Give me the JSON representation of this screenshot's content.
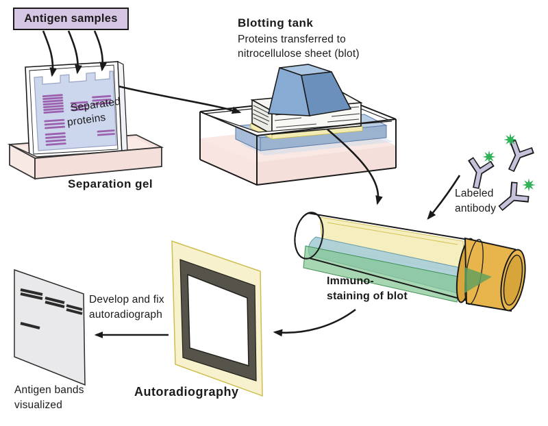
{
  "antigen_box": {
    "label": "Antigen samples"
  },
  "separation_gel": {
    "caption": "Separation gel",
    "gel_text_line1": "Separated",
    "gel_text_line2": "proteins"
  },
  "blotting_tank": {
    "title": "Blotting tank",
    "desc_line1": "Proteins transferred to",
    "desc_line2": "nitrocellulose sheet (blot)"
  },
  "antibody": {
    "line1": "Labeled",
    "line2": "antibody"
  },
  "immunostaining": {
    "line1": "Immuno-",
    "line2": "staining of blot"
  },
  "develop": {
    "line1": "Develop and fix",
    "line2": "autoradiograph"
  },
  "autoradiography": {
    "caption": "Autoradiography"
  },
  "result": {
    "line1": "Antigen bands",
    "line2": "visualized"
  },
  "colors": {
    "ink": "#1a1a1a",
    "antigen_box_fill": "#d5c6e3",
    "gel_fill": "#ccd7ed",
    "band_purple": "#9c61ae",
    "tray_pink": "#f6e2dd",
    "tank_liquid": "#f9e7e2",
    "gel_slab_blue": "#b9cde4",
    "nitrocellulose_yellow": "#f2ecb4",
    "weight_blue": "#87abd3",
    "paper_white": "#f6f6f3",
    "tube_sheet_yellow": "#f4edba",
    "tube_sheet_teal": "#a9ced8",
    "tube_liquid_green": "#82c492",
    "cap_orange": "#e8b54c",
    "star_green": "#2fb158",
    "antibody_lavender": "#c6c2dc",
    "film_yellow": "#f7f2cd",
    "frame_dark": "#55534a",
    "blot_sheet_gray": "#e9e9ec"
  }
}
